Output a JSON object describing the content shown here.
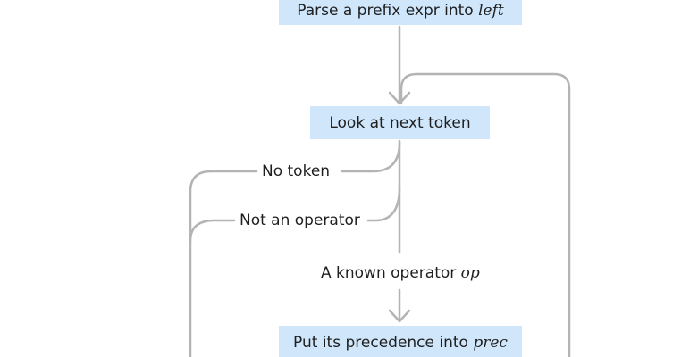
{
  "colors": {
    "box_fill": "#cfe6fb",
    "wire": "#b4b4b4",
    "text": "#1f1f1f"
  },
  "nodes": {
    "parse_prefix": {
      "prefix": "Parse a prefix expr into",
      "emph": "left"
    },
    "look_next": {
      "text": "Look at next token"
    },
    "put_prec": {
      "prefix": "Put its precedence into",
      "emph": "prec"
    }
  },
  "edges": {
    "no_token": "No token",
    "not_operator": "Not an operator",
    "known_operator": {
      "prefix": "A known operator",
      "emph": "op"
    }
  }
}
